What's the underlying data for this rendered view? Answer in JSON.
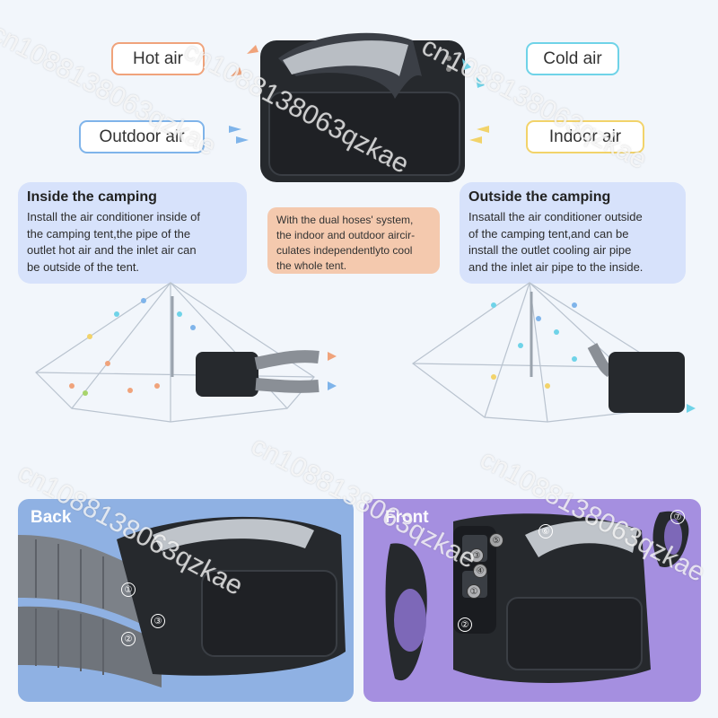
{
  "labels": {
    "hot_air": "Hot air",
    "outdoor_air": "Outdoor air",
    "cold_air": "Cold air",
    "indoor_air": "Indoor air"
  },
  "inside_card": {
    "title": "Inside the camping",
    "lines": [
      "Install the air conditioner inside of",
      "the camping tent,the pipe of the",
      "outlet hot air and the inlet air can",
      "be outside of the tent."
    ]
  },
  "middle_card": {
    "lines": [
      "With the dual hoses' system,",
      "the indoor and outdoor aircir-",
      "culates independentlyto cool",
      "the whole tent."
    ]
  },
  "outside_card": {
    "title": "Outside the camping",
    "lines": [
      "Insatall the air conditioner outside",
      "of the camping tent,and can be",
      "install the outlet cooling air pipe",
      "and the inlet air pipe to the inside."
    ]
  },
  "back_panel": {
    "label": "Back",
    "markers": [
      "①",
      "②",
      "③"
    ]
  },
  "front_panel": {
    "label": "Front",
    "markers": [
      "①",
      "②",
      "③",
      "④",
      "⑤",
      "⑥",
      "⑦"
    ]
  },
  "watermark": "cn1088138063qzkae",
  "colors": {
    "hot": "#f0a37b",
    "outdoor": "#7fb4ea",
    "cold": "#6fd3e8",
    "indoor": "#f2d36a",
    "card_blue": "#d7e2fb",
    "card_peach": "#f4c9ae",
    "back_panel": "#8fb1e3",
    "front_panel": "#a58fe0",
    "unit_body": "#26292d"
  }
}
